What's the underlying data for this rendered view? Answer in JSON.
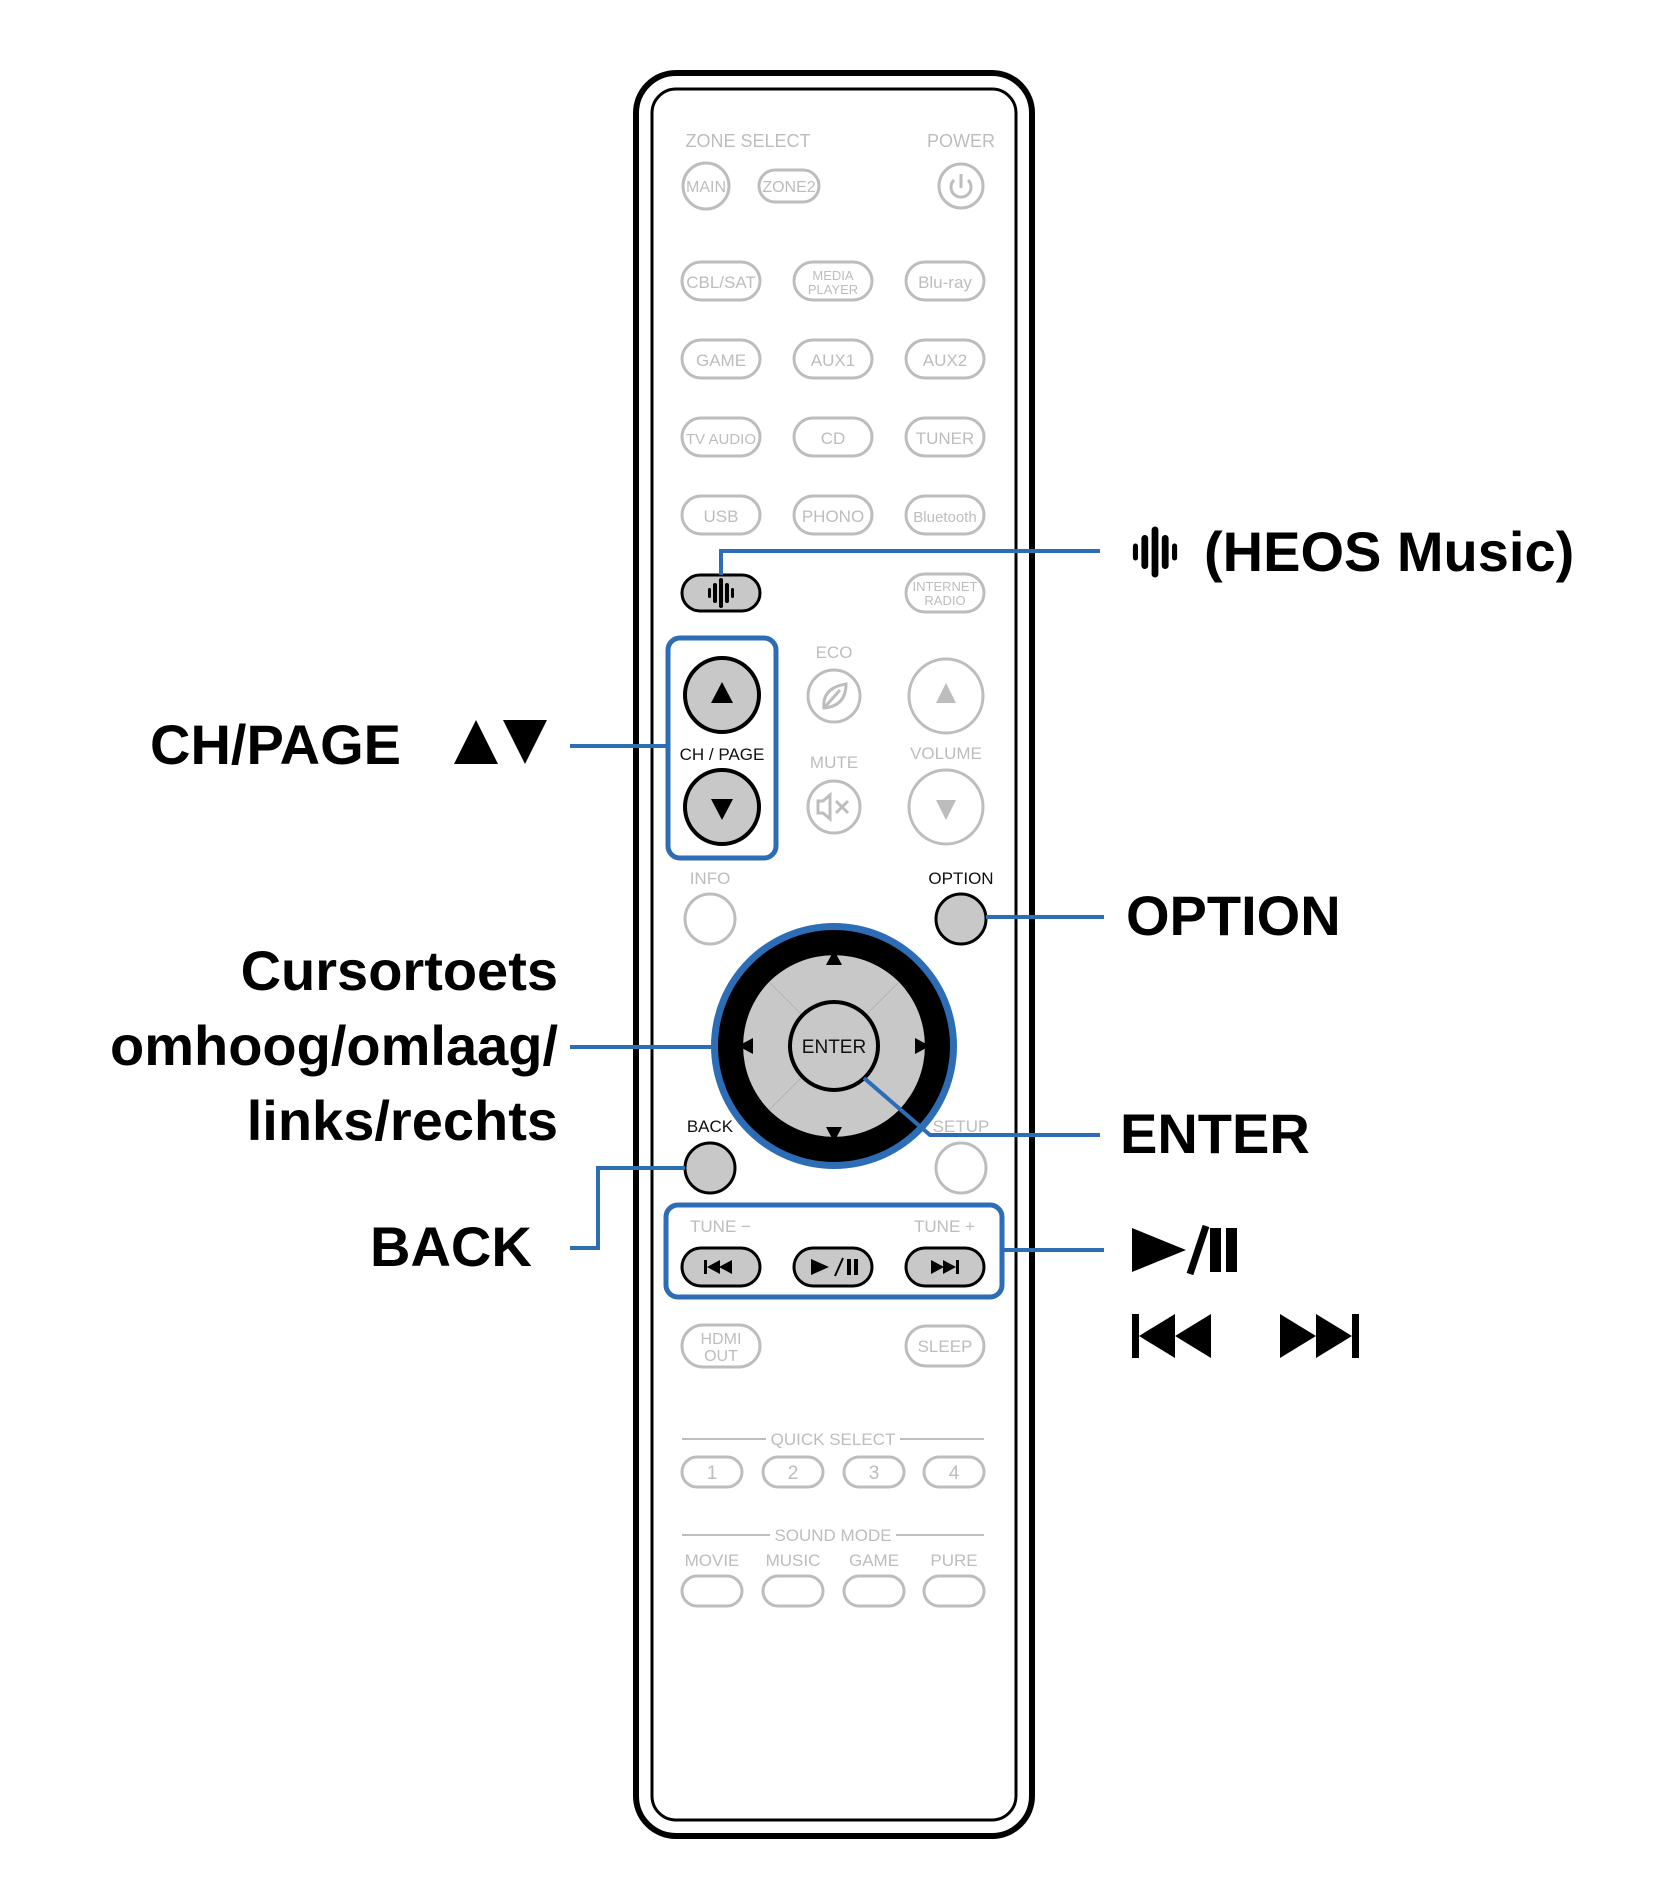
{
  "remote": {
    "zone_select": "ZONE SELECT",
    "power": "POWER",
    "main": "MAIN",
    "zone2": "ZONE2",
    "sources_row1": [
      "CBL/SAT",
      "MEDIA PLAYER",
      "Blu-ray"
    ],
    "sources_row2": [
      "GAME",
      "AUX1",
      "AUX2"
    ],
    "sources_row3": [
      "TV AUDIO",
      "CD",
      "TUNER"
    ],
    "sources_row4": [
      "USB",
      "PHONO",
      "Bluetooth"
    ],
    "media_player_l1": "MEDIA",
    "media_player_l2": "PLAYER",
    "internet_l1": "INTERNET",
    "internet_l2": "RADIO",
    "eco": "ECO",
    "ch_page": "CH / PAGE",
    "mute": "MUTE",
    "volume": "VOLUME",
    "info": "INFO",
    "option": "OPTION",
    "enter": "ENTER",
    "back": "BACK",
    "setup": "SETUP",
    "tune_minus": "TUNE −",
    "tune_plus": "TUNE +",
    "hdmi_l1": "HDMI",
    "hdmi_l2": "OUT",
    "sleep": "SLEEP",
    "quick_select": "QUICK SELECT",
    "quick_numbers": [
      "1",
      "2",
      "3",
      "4"
    ],
    "sound_mode": "SOUND MODE",
    "sound_modes": [
      "MOVIE",
      "MUSIC",
      "GAME",
      "PURE"
    ]
  },
  "callouts": {
    "heos": "(HEOS Music)",
    "ch_page": "CH/PAGE",
    "option": "OPTION",
    "cursor_l1": "Cursortoets",
    "cursor_l2": "omhoog/omlaag/",
    "cursor_l3": "links/rechts",
    "enter": "ENTER",
    "back": "BACK"
  },
  "colors": {
    "highlight_blue": "#2d6db5",
    "dpad_ring": "#2d6db5",
    "active_button": "#c8c8c8",
    "inactive_outline": "#bdbdbd"
  }
}
